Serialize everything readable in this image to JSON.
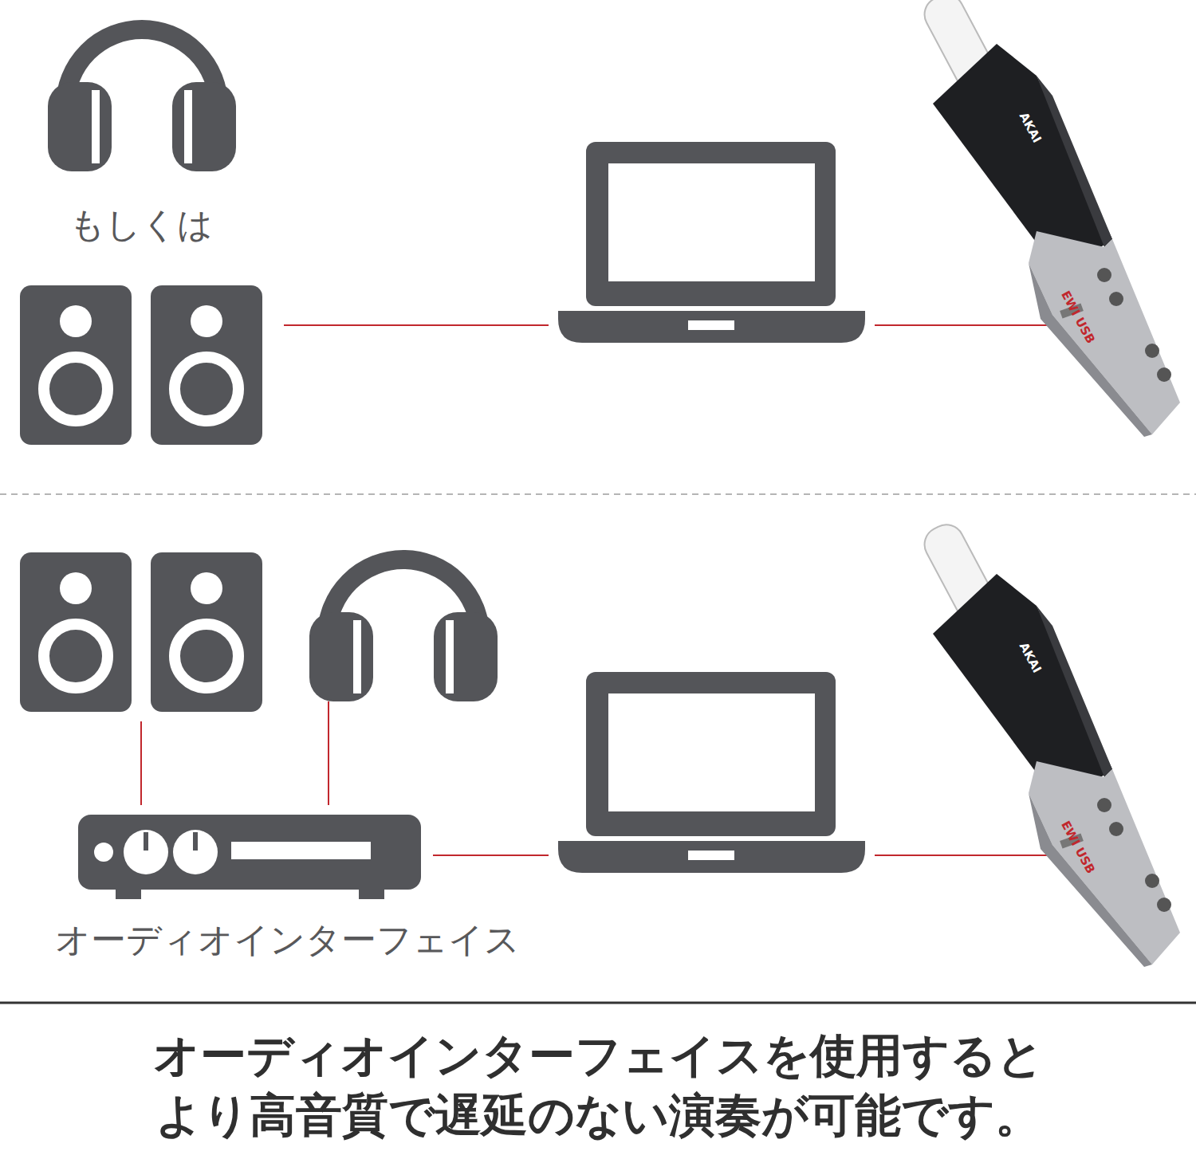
{
  "diagram": {
    "caption": "オーディオインターフェイスを使用すると より高音質で遅延のない演奏が可能です。",
    "nodes": [
      {
        "text": [
          "オーディオインターフェイス"
        ]
      }
    ],
    "labels": [
      "もしくは",
      "AKAI",
      "EWI USB",
      "AKAI",
      "EWI USB"
    ]
  }
}
